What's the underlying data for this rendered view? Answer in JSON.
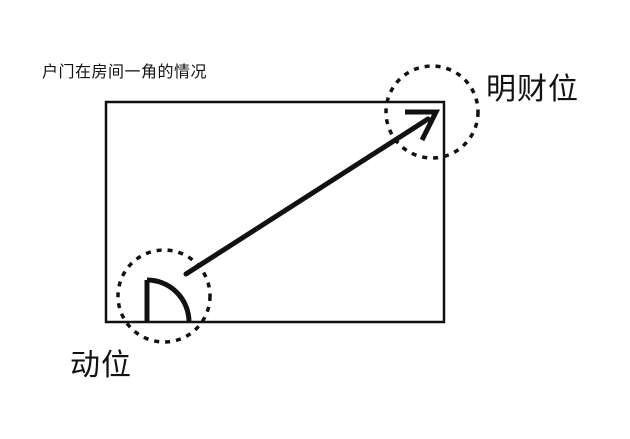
{
  "diagram": {
    "caption": "户门在房间一角的情况",
    "labels": {
      "wealth_position": "明财位",
      "door_position": "动位"
    },
    "colors": {
      "stroke": "#111111",
      "background": "#ffffff"
    }
  }
}
